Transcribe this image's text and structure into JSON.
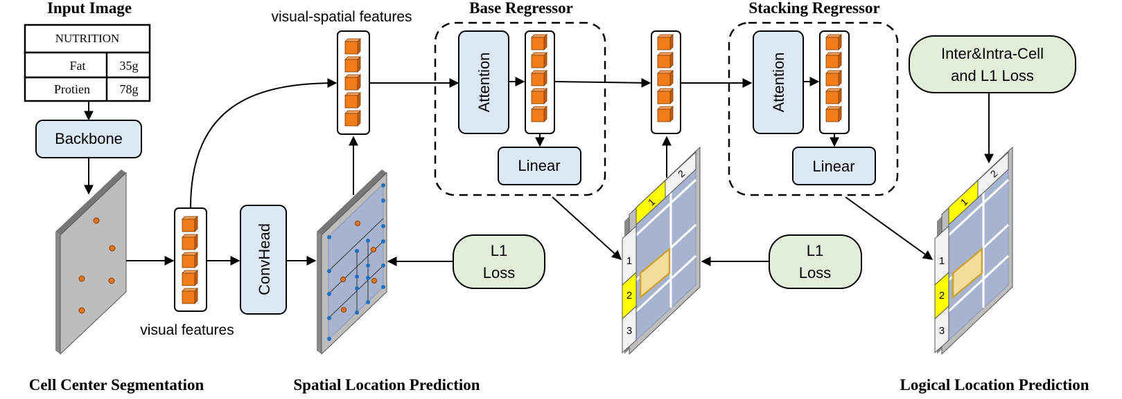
{
  "headings": {
    "input_image": "Input Image",
    "base_regressor": "Base Regressor",
    "stacking_regressor": "Stacking Regressor",
    "cell_center_segmentation": "Cell Center Segmentation",
    "spatial_location_prediction": "Spatial Location Prediction",
    "logical_location_prediction": "Logical Location Prediction"
  },
  "input_table": {
    "header": "NUTRITION",
    "rows": [
      {
        "label": "Fat",
        "value": "35g"
      },
      {
        "label": "Protien",
        "value": "78g"
      }
    ]
  },
  "modules": {
    "backbone": "Backbone",
    "convhead": "ConvHead",
    "attention": "Attention",
    "linear": "Linear"
  },
  "features": {
    "visual": "visual features",
    "visual_spatial": "visual-spatial features"
  },
  "losses": {
    "l1_line1": "L1",
    "l1_line2": "Loss",
    "inter_intra_line1": "Inter&Intra-Cell",
    "inter_intra_line2": "and L1 Loss"
  },
  "grid_indices": {
    "column_1": "1",
    "column_2": "2",
    "row_1": "1",
    "row_2": "2",
    "row_3": "3"
  },
  "colors": {
    "module_fill": "#dce8f5",
    "loss_fill": "#e2eed9",
    "feature_cube": "#f07d1a",
    "highlight_yellow": "#ffff00",
    "plate_gray": "#b0b0b0",
    "grid_blue": "#a8b4cf",
    "point_orange": "#e2751f",
    "point_blue": "#1f70c1"
  }
}
